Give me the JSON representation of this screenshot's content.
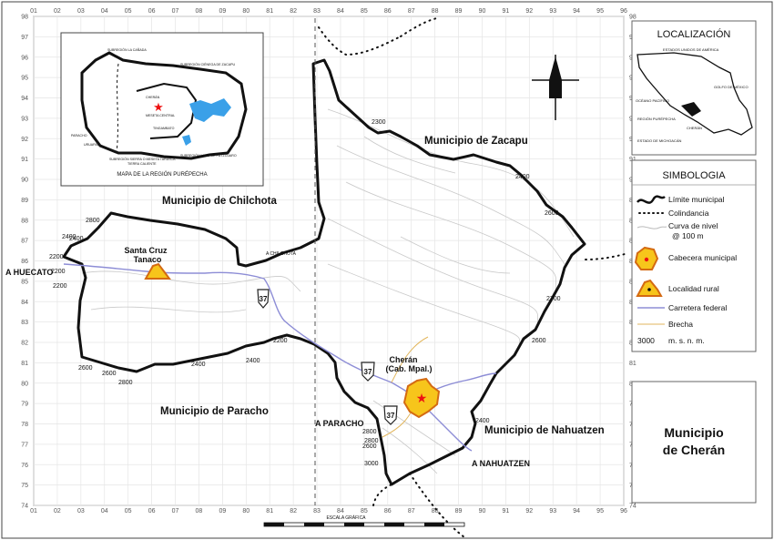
{
  "title": {
    "line1": "Municipio",
    "line2": "de Cherán"
  },
  "localizacion": {
    "heading": "LOCALIZACIÓN",
    "labels": [
      "ESTADOS UNIDOS DE AMÉRICA",
      "GOLFO DE MÉXICO",
      "OCÉANO PACÍFICO",
      "REGIÓN PURÉPECHA",
      "ESTADO DE MICHOACÁN",
      "CHERÁN"
    ]
  },
  "inset": {
    "caption": "MAPA DE LA REGIÓN PURÉPECHA",
    "labels": [
      "SUBREGIÓN LA CAÑADA",
      "SUBREGIÓN CIÉNEGA DE ZACAPU",
      "CHERÁN",
      "MESETA CENTRAL",
      "PARACHO",
      "TINGAMBATO",
      "URUAPAN",
      "SUBREGIÓN LAGO DE PÁTZCUARO",
      "SUBREGIÓN SIERRA O MESETA TARASCA",
      "TIERRA CALIENTE"
    ]
  },
  "legend": {
    "heading": "SIMBOLOGIA",
    "items": [
      "Límite municipal",
      "Colindancia",
      "Curva de nivel",
      "@ 100 m",
      "Cabecera municipal",
      "Localidad rural",
      "Carretera federal",
      "Brecha"
    ],
    "elev_value": "3000",
    "elev_unit": "m. s. n. m."
  },
  "municipios": [
    "Municipio de Zacapu",
    "Municipio de Chilchota",
    "Municipio de Paracho",
    "Municipio de Nahuatzen"
  ],
  "places": {
    "santa_cruz_1": "Santa Cruz",
    "santa_cruz_2": "Tanaco",
    "cheran_1": "Cherán",
    "cheran_2": "(Cab. Mpal.)"
  },
  "directions": {
    "huecato": "A HUECATO",
    "paracho": "A PARACHO",
    "nahuatzen": "A NAHUATZEN",
    "chilchota": "A CHILCHOTA"
  },
  "highway": {
    "label": "37"
  },
  "scale": {
    "label": "ESCALA GRÁFICA"
  },
  "contours": [
    "2300",
    "2400",
    "2600",
    "2800",
    "2200",
    "2200",
    "2200",
    "2400",
    "2600",
    "2800",
    "2400",
    "2400",
    "2700",
    "2600",
    "2800",
    "2600",
    "2800",
    "3000",
    "2400",
    "2600",
    "2200",
    "2400"
  ],
  "grid_top": [
    "01",
    "02",
    "03",
    "04",
    "05",
    "06",
    "07",
    "08",
    "09",
    "80",
    "81",
    "82",
    "83",
    "84",
    "85",
    "86",
    "87",
    "88",
    "89",
    "90",
    "91",
    "92",
    "93",
    "94",
    "95",
    "96"
  ],
  "grid_left": [
    "98",
    "97",
    "96",
    "95",
    "94",
    "93",
    "92",
    "91",
    "90",
    "89",
    "88",
    "87",
    "86",
    "85",
    "84",
    "83",
    "82",
    "81",
    "80",
    "79",
    "78",
    "77",
    "76",
    "75",
    "74"
  ]
}
